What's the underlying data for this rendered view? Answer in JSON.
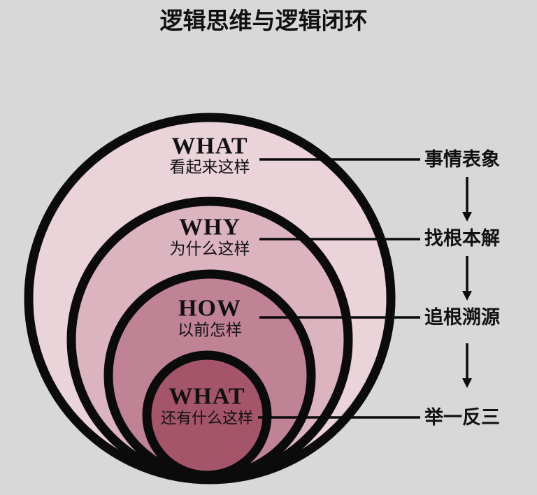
{
  "title": "逻辑思维与逻辑闭环",
  "colors": {
    "background": "#d8d8d8",
    "ring1_fill": "#ead3d9",
    "ring2_fill": "#dcb4c0",
    "ring3_fill": "#c08295",
    "ring4_fill": "#a4556a",
    "line_stroke": "#0b0b0b",
    "text_color": "#111111"
  },
  "rings": [
    {
      "word": "WHAT",
      "subtitle": "看起来这样",
      "annotation": "事情表象"
    },
    {
      "word": "WHY",
      "subtitle": "为什么这样",
      "annotation": "找根本解"
    },
    {
      "word": "HOW",
      "subtitle": "以前怎样",
      "annotation": "追根溯源"
    },
    {
      "word": "WHAT",
      "subtitle": "还有什么这样",
      "annotation": "举一反三"
    }
  ]
}
